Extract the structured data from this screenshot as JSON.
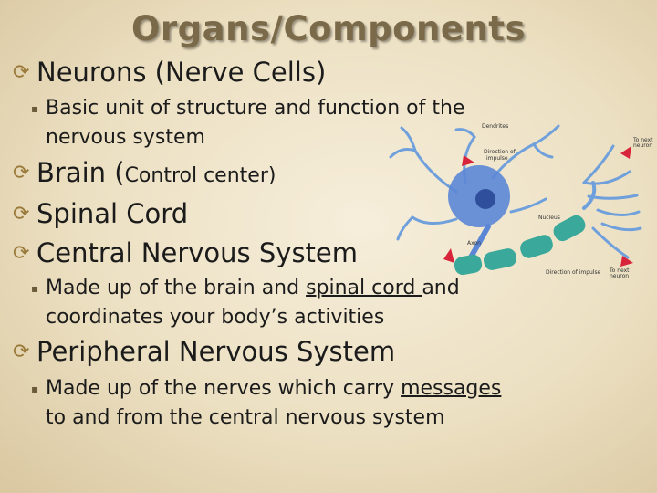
{
  "slide": {
    "title": "Organs/Components",
    "items": [
      {
        "text": "Neurons (Nerve Cells)"
      },
      {
        "text": "Basic unit of structure and function of the nervous system"
      },
      {
        "prefix": "Brain (",
        "rest": "Control center)"
      },
      {
        "text": "Spinal Cord"
      },
      {
        "text": "Central Nervous System"
      },
      {
        "pre": "Made up of the brain and ",
        "ul": "spinal cord ",
        "post": "and coordinates your body’s activities"
      },
      {
        "text": "Peripheral Nervous System"
      },
      {
        "pre": "Made up of the nerves which carry ",
        "ul": "messages",
        "post": " to and from the central nervous system"
      }
    ]
  },
  "diagram": {
    "labels": {
      "dendrites": "Dendrites",
      "direction1": "Direction of",
      "direction2": "impulse",
      "nucleus": "Nucleus",
      "axon": "Axon",
      "direction_bottom": "Direction of impulse",
      "to_next_top1": "To next",
      "to_next_top2": "neuron",
      "to_next_bottom1": "To next",
      "to_next_bottom2": "neuron"
    },
    "colors": {
      "cell_body": "#5b86d6",
      "dendrite": "#6fa0dc",
      "myelin": "#3aa89a",
      "arrow": "#d8243a"
    }
  }
}
